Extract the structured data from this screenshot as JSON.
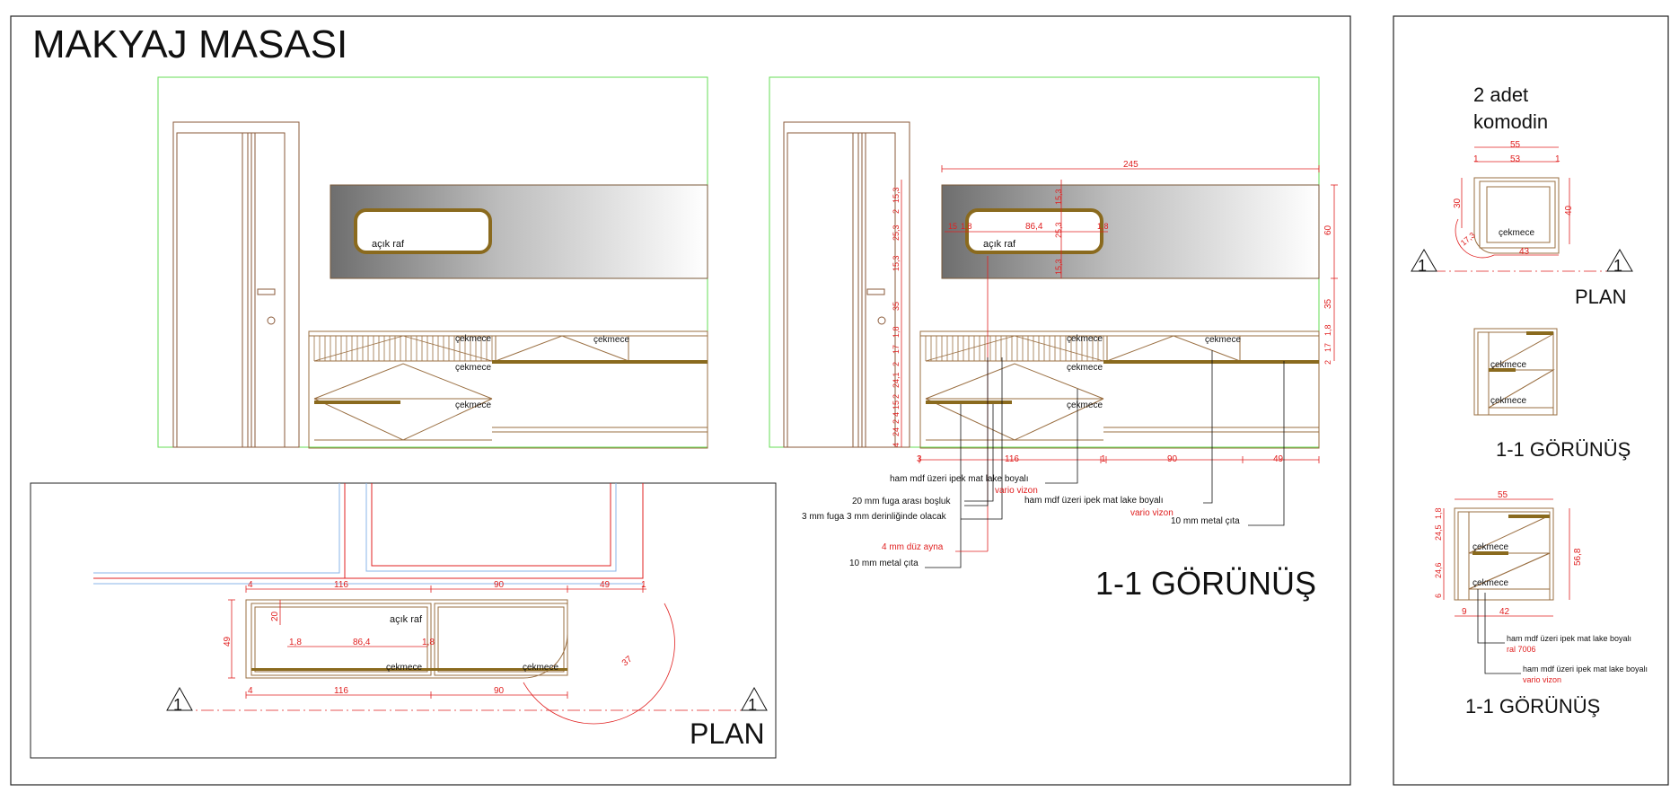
{
  "title": "MAKYAJ MASASI",
  "colors": {
    "frame": "#222222",
    "red": "#e02020",
    "green": "#66dd55",
    "gold": "#8a6a1e",
    "brown": "#9a6f42",
    "blue": "#8ab4e8"
  },
  "elevation_left": {
    "shelf_label": "açık raf",
    "drawer_top1": "çekmece",
    "drawer_top2": "çekmece",
    "drawer_mid": "çekmece",
    "drawer_bot": "çekmece"
  },
  "elevation_right": {
    "shelf_label": "açık raf",
    "drawer_top1": "çekmece",
    "drawer_top2": "çekmece",
    "drawer_mid": "çekmece",
    "drawer_bot": "çekmece",
    "dims": {
      "total_width": "245",
      "mirror_height": "60",
      "gap_above_top": "35",
      "top_right": "1,8",
      "top_right2": "17",
      "top_right3": "2",
      "shelf_inner_w": "86,4",
      "shelf_side_l": "15",
      "shelf_side_l2": "1,8",
      "shelf_side_r": "1,8",
      "shelf_h": "25,3",
      "shelf_top": "15,3",
      "shelf_bot": "15,3",
      "left_stack": [
        "2",
        "15,3",
        "25,3",
        "15,3",
        "35",
        "1,8",
        "17",
        "2",
        "24,1",
        "2",
        "15",
        "4",
        "2",
        "24",
        "4"
      ],
      "bottom": [
        "3",
        "116",
        "1",
        "90",
        "49"
      ]
    },
    "callouts": {
      "c1": "ham mdf üzeri ipek mat lake boyalı",
      "c1_sub": "vario vizon",
      "c2": "20 mm fuga arası boşluk",
      "c3": "3 mm fuga 3 mm derinliğinde olacak",
      "c4": "4 mm düz ayna",
      "c5": "10 mm metal çıta",
      "c6": "ham mdf üzeri ipek mat lake boyalı",
      "c6_sub": "vario vizon",
      "c7": "10 mm metal çıta"
    },
    "view_title": "1-1 GÖRÜNÜŞ"
  },
  "plan": {
    "title": "PLAN",
    "shelf_label": "açık raf",
    "drawer1": "çekmece",
    "drawer2": "çekmece",
    "section_marker_left": "1",
    "section_marker_right": "1",
    "dims": {
      "top": [
        "4",
        "116",
        "90",
        "49",
        "1"
      ],
      "bottom": [
        "4",
        "116",
        "90"
      ],
      "depth": "49",
      "inner_depth": "20",
      "inner_w": "86,4",
      "inner_l": "1,8",
      "inner_r": "1,8",
      "radius": "37"
    }
  },
  "komodin": {
    "heading_line1": "2 adet",
    "heading_line2": "komodin",
    "plan_title": "PLAN",
    "plan_dims": {
      "w": "55",
      "inner": "53",
      "l": "1",
      "r": "1",
      "depth": "30",
      "depth2": "40",
      "bottom": "43",
      "radius": "17,3"
    },
    "plan_drawer": "çekmece",
    "marker_l": "1",
    "marker_r": "1",
    "front_drawer1": "çekmece",
    "front_drawer2": "çekmece",
    "front_title": "1-1 GÖRÜNÜŞ",
    "section": {
      "w": "55",
      "h": "56,8",
      "left_dims": [
        "1,8",
        "24,5",
        "24,6",
        "6"
      ],
      "bottom": [
        "9",
        "42"
      ],
      "drawer1": "çekmece",
      "drawer2": "çekmece",
      "callout1": "ham mdf üzeri ipek mat lake boyalı",
      "callout1_sub": "ral 7006",
      "callout2": "ham mdf üzeri ipek mat lake boyalı",
      "callout2_sub": "vario vizon",
      "title": "1-1 GÖRÜNÜŞ"
    }
  }
}
